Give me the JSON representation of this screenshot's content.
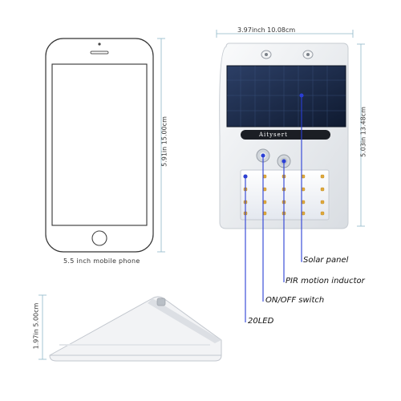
{
  "phone": {
    "caption": "5.5 inch mobile phone",
    "height_label": "5.91in   15.00cm"
  },
  "light": {
    "width_label": "3.97inch   10.08cm",
    "height_label": "5.03in   13.48cm",
    "brand": "Aitysert"
  },
  "side_view": {
    "height_label": "1.97in   5.00cm"
  },
  "callouts": {
    "solar_panel": "Solar panel",
    "pir": "PIR motion inductor",
    "switch": "ON/OFF switch",
    "leds": "20LED"
  },
  "colors": {
    "callout_line": "#2b3fd6",
    "dimension_line": "#8fb8c8",
    "housing": "#eef0f2",
    "panel": "#1a2a45"
  }
}
